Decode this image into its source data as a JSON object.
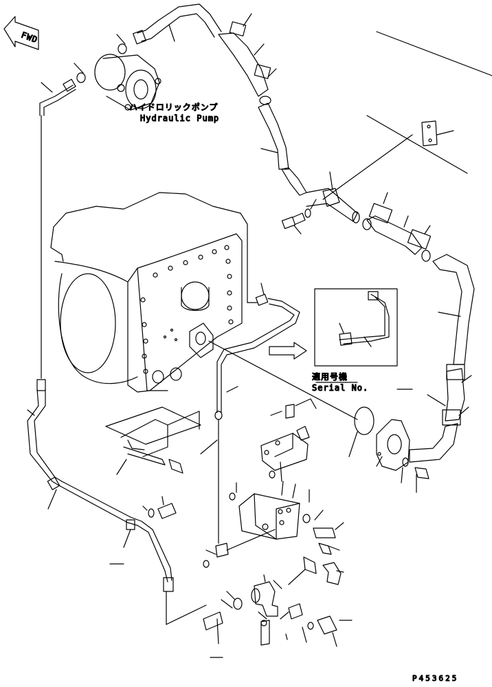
{
  "fwd_label": "FWD",
  "pump_label_jp": "ハイドロリックポンプ",
  "pump_label_en": "Hydraulic Pump",
  "serial_label_jp": "適用号機",
  "serial_label_en": "Serial No.",
  "figure_code": "P453625",
  "colors": {
    "line": "#000000",
    "background": "#ffffff"
  }
}
